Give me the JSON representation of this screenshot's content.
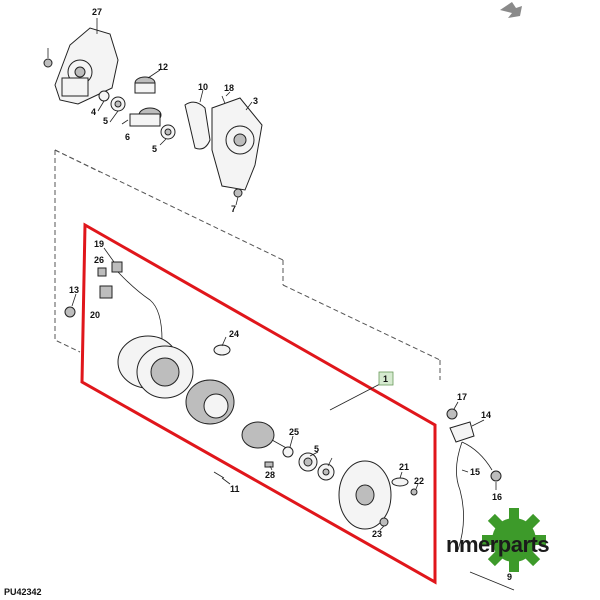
{
  "ref_code": "PU42342",
  "watermark": {
    "text": "nmerparts",
    "color": "#3d9a2a"
  },
  "highlight_color": "#e0161b",
  "callouts": {
    "c1": "1",
    "c3": "3",
    "c4": "4",
    "c5a": "5",
    "c5b": "5",
    "c5c": "5",
    "c6": "6",
    "c7": "7",
    "c9": "9",
    "c10": "10",
    "c11": "11",
    "c12": "12",
    "c13": "13",
    "c14": "14",
    "c15": "15",
    "c16": "16",
    "c17": "17",
    "c18": "18",
    "c19": "19",
    "c20": "20",
    "c21": "21",
    "c22": "22",
    "c23": "23",
    "c24": "24",
    "c25": "25",
    "c26": "26",
    "c27": "27",
    "c28": "28"
  }
}
